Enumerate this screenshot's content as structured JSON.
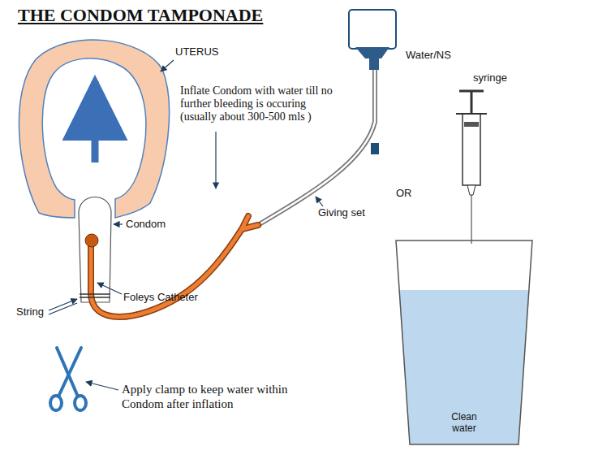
{
  "diagram": {
    "title": "THE CONDOM TAMPONADE",
    "nodes": [
      {
        "text": [
          "Clean water"
        ]
      }
    ],
    "labels": [
      "UTERUS",
      "Inflate Condom with water till no further bleeding is occuring (usually about 300-500 mls )",
      "Condom",
      "String",
      "Foleys Catheter",
      "Giving set",
      "Water/NS",
      "syringe",
      "OR",
      "Apply clamp to keep water within Condom after inflation"
    ]
  }
}
